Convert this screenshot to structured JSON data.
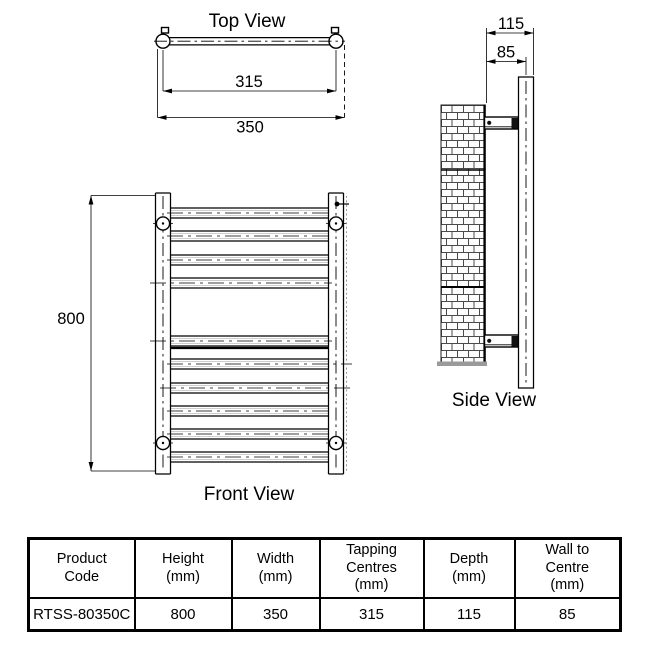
{
  "titles": {
    "top_view": "Top View",
    "side_view": "Side View",
    "front_view": "Front View"
  },
  "dimensions": {
    "height_mm": "800",
    "width_mm": "350",
    "tapping_centres_mm": "315",
    "depth_mm": "115",
    "wall_to_centre_mm": "85"
  },
  "product_code": "RTSS-80350C",
  "spec_table": {
    "headers": [
      "Product\nCode",
      "Height\n(mm)",
      "Width\n(mm)",
      "Tapping\nCentres\n(mm)",
      "Depth\n(mm)",
      "Wall to\nCentre\n(mm)"
    ]
  },
  "colors": {
    "line": "#000000",
    "background": "#ffffff",
    "brick_mortar": "#4a4a4a",
    "wall_cap_gray": "#9a9a9a"
  }
}
